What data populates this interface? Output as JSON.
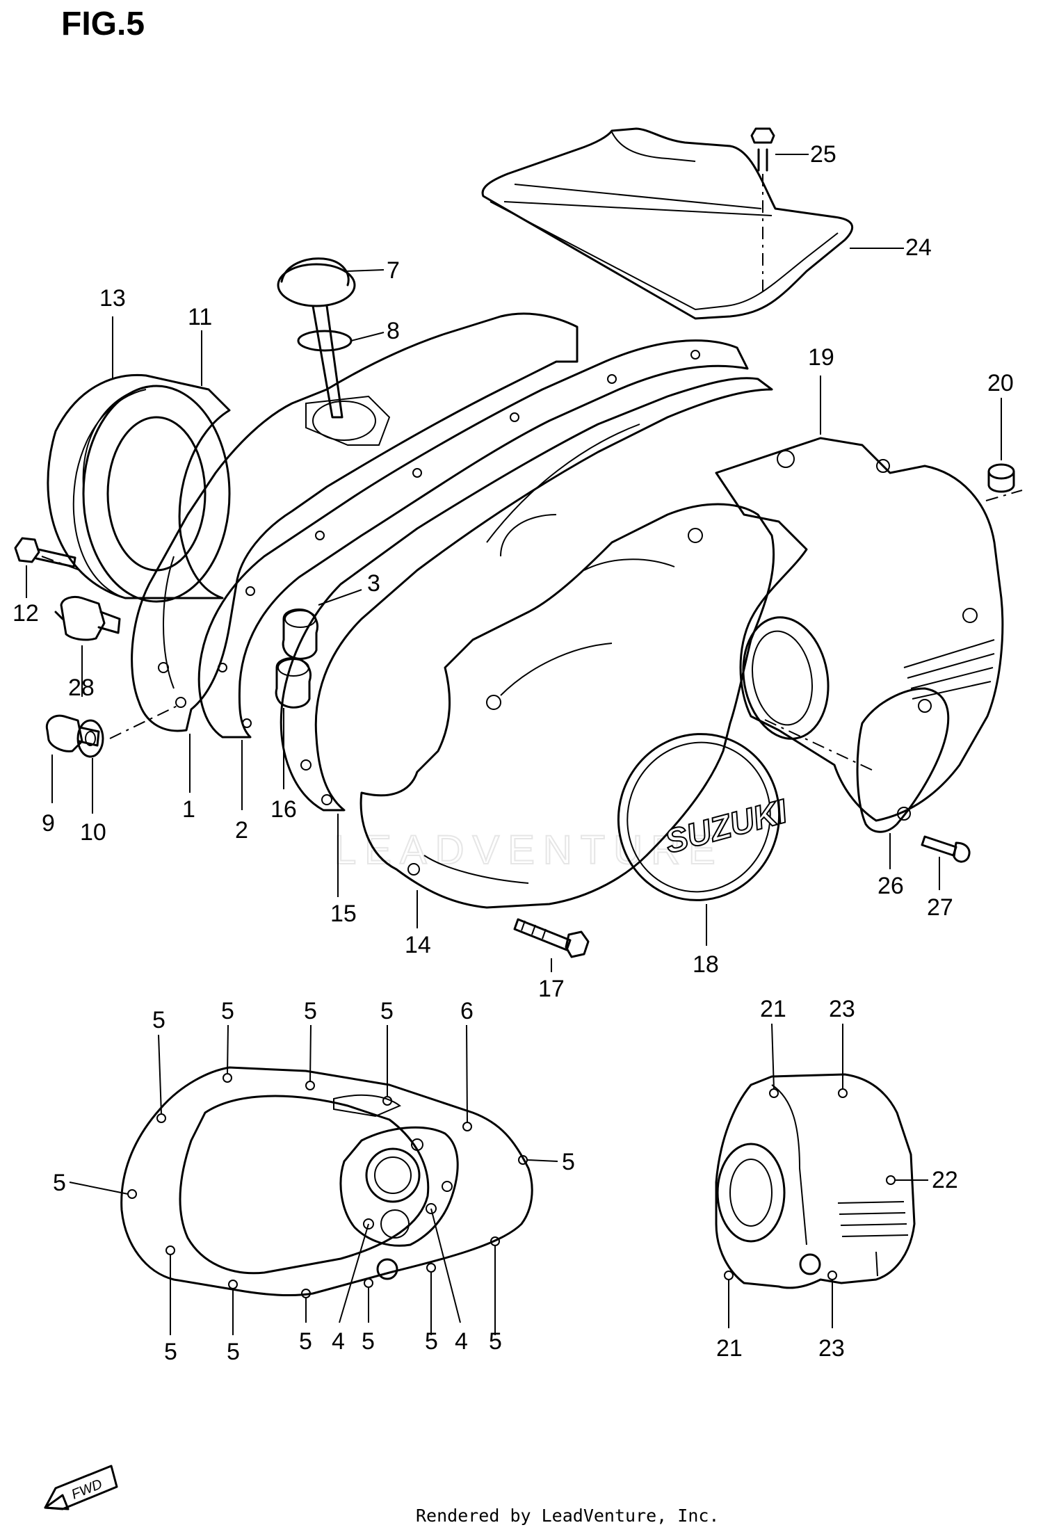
{
  "figure": {
    "title": "FIG.5"
  },
  "footer": {
    "credit": "Rendered by LeadVenture, Inc."
  },
  "watermark": {
    "text": "LEADVENTURE"
  },
  "direction_badge": {
    "text": "FWD"
  },
  "cover_badge": {
    "text": "SUZUKI"
  },
  "callouts": [
    {
      "id": "c7",
      "label": "7"
    },
    {
      "id": "c8",
      "label": "8"
    },
    {
      "id": "c25",
      "label": "25"
    },
    {
      "id": "c24",
      "label": "24"
    },
    {
      "id": "c13",
      "label": "13"
    },
    {
      "id": "c11",
      "label": "11"
    },
    {
      "id": "c19",
      "label": "19"
    },
    {
      "id": "c20",
      "label": "20"
    },
    {
      "id": "c3",
      "label": "3"
    },
    {
      "id": "c12",
      "label": "12"
    },
    {
      "id": "c28",
      "label": "28"
    },
    {
      "id": "c9",
      "label": "9"
    },
    {
      "id": "c10",
      "label": "10"
    },
    {
      "id": "c1",
      "label": "1"
    },
    {
      "id": "c2",
      "label": "2"
    },
    {
      "id": "c16",
      "label": "16"
    },
    {
      "id": "c15",
      "label": "15"
    },
    {
      "id": "c14",
      "label": "14"
    },
    {
      "id": "c17",
      "label": "17"
    },
    {
      "id": "c18",
      "label": "18"
    },
    {
      "id": "c26",
      "label": "26"
    },
    {
      "id": "c27",
      "label": "27"
    },
    {
      "id": "g5a",
      "label": "5"
    },
    {
      "id": "g5b",
      "label": "5"
    },
    {
      "id": "g5c",
      "label": "5"
    },
    {
      "id": "g5d",
      "label": "5"
    },
    {
      "id": "g6",
      "label": "6"
    },
    {
      "id": "g5e",
      "label": "5"
    },
    {
      "id": "g5f",
      "label": "5"
    },
    {
      "id": "g5g",
      "label": "5"
    },
    {
      "id": "g5h",
      "label": "5"
    },
    {
      "id": "g5i",
      "label": "5"
    },
    {
      "id": "g4a",
      "label": "4"
    },
    {
      "id": "g5j",
      "label": "5"
    },
    {
      "id": "g5k",
      "label": "5"
    },
    {
      "id": "g4b",
      "label": "4"
    },
    {
      "id": "g5l",
      "label": "5"
    },
    {
      "id": "s21a",
      "label": "21"
    },
    {
      "id": "s23a",
      "label": "23"
    },
    {
      "id": "s22",
      "label": "22"
    },
    {
      "id": "s21b",
      "label": "21"
    },
    {
      "id": "s23b",
      "label": "23"
    }
  ]
}
